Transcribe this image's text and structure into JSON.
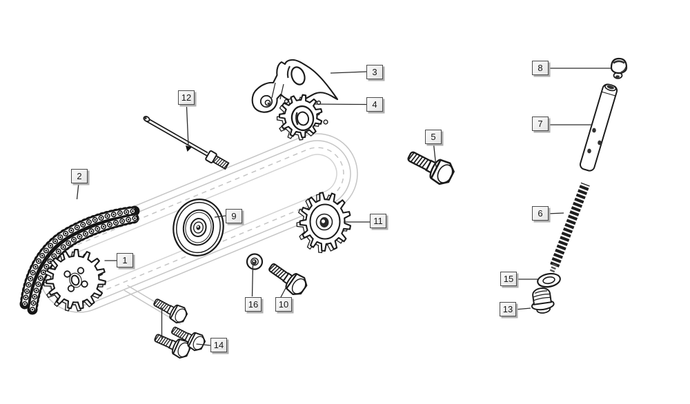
{
  "labels": [
    "1",
    "2",
    "3",
    "4",
    "5",
    "6",
    "7",
    "8",
    "9",
    "10",
    "11",
    "12",
    "13",
    "14",
    "15",
    "16"
  ],
  "colors": {
    "part_line": "#1a1a1a",
    "ghost_line": "#c4c4c4",
    "leader_line": "#2a2a2a",
    "label_background": "#eeeeee",
    "label_border": "#4a4a4a",
    "label_shadow": "#aeaeae",
    "label_text": "#161616",
    "background": "#ffffff"
  }
}
